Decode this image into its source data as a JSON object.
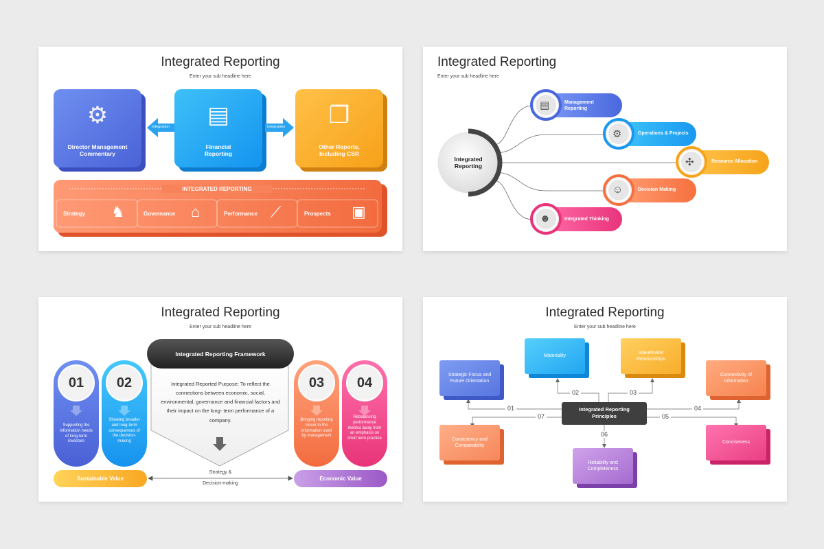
{
  "s1": {
    "title": "Integrated Reporting",
    "subtitle": "Enter your sub headline here",
    "boxes": [
      {
        "label": "Director Management Commentary",
        "icon": "gear-user-icon"
      },
      {
        "label": "Financial Reporting",
        "icon": "report-magnifier-icon"
      },
      {
        "label": "Other Reports, Including CSR",
        "icon": "documents-icon"
      }
    ],
    "arrow_left": "Integration",
    "arrow_right": "Integration",
    "banner": "INTEGRATED REPORTING",
    "items": [
      {
        "label": "Strategy",
        "icon": "chess-icon"
      },
      {
        "label": "Governance",
        "icon": "building-icon"
      },
      {
        "label": "Performance",
        "icon": "growth-chart-icon"
      },
      {
        "label": "Prospects",
        "icon": "presentation-icon"
      }
    ]
  },
  "s2": {
    "title": "Integrated Reporting",
    "subtitle": "Enter your sub headline here",
    "center": "Integrated Reporting",
    "branches": [
      {
        "label": "Management Reporting",
        "color": "#4f73dc",
        "icon": "report-icon"
      },
      {
        "label": "Operations & Projects",
        "color": "#1ea8f0",
        "icon": "gears-icon"
      },
      {
        "label": "Resource Allocation",
        "color": "#f6a91d",
        "icon": "network-icon"
      },
      {
        "label": "Decision Making",
        "color": "#f77a4a",
        "icon": "team-icon"
      },
      {
        "label": "Integrated Thinking",
        "color": "#ee3f86",
        "icon": "head-gear-icon"
      }
    ]
  },
  "s3": {
    "title": "Integrated Reporting",
    "subtitle": "Enter your sub headline here",
    "framework": "Integrated Reporting Framework",
    "purpose": "Integrated Reported Purpose: To reflect the connections between economic, social, environmental, governance and financial factors and their impact on the long- term performance of a company.",
    "pills": [
      {
        "num": "01",
        "text": "Supporting the information needs of long-term investors"
      },
      {
        "num": "02",
        "text": "Showing broader and long-term consequences of the decision-making"
      },
      {
        "num": "03",
        "text": "Bringing reporting closer to the information used by management"
      },
      {
        "num": "04",
        "text": "Rebalancing performance metrics away from an emphasis on short term practice"
      }
    ],
    "sustainable": "Sustainable Value",
    "economic": "Economic Value",
    "strategy_line1": "Strategy &",
    "strategy_line2": "Decision-making"
  },
  "s4": {
    "title": "Integrated Reporting",
    "subtitle": "Enter your sub headline here",
    "center_line1": "Integrated Reporting",
    "center_line2": "Principles",
    "boxes": [
      {
        "label": "Strategic Focus and Future Orientation",
        "num": "01"
      },
      {
        "label": "Materiality",
        "num": "02"
      },
      {
        "label": "Stakeholder Relationships",
        "num": "03"
      },
      {
        "label": "Connectivity of Information",
        "num": "04"
      },
      {
        "label": "Conciseness",
        "num": "05"
      },
      {
        "label": "Reliability and Completeness",
        "num": "06"
      },
      {
        "label": "Consistency and Comparability",
        "num": "07"
      }
    ]
  }
}
